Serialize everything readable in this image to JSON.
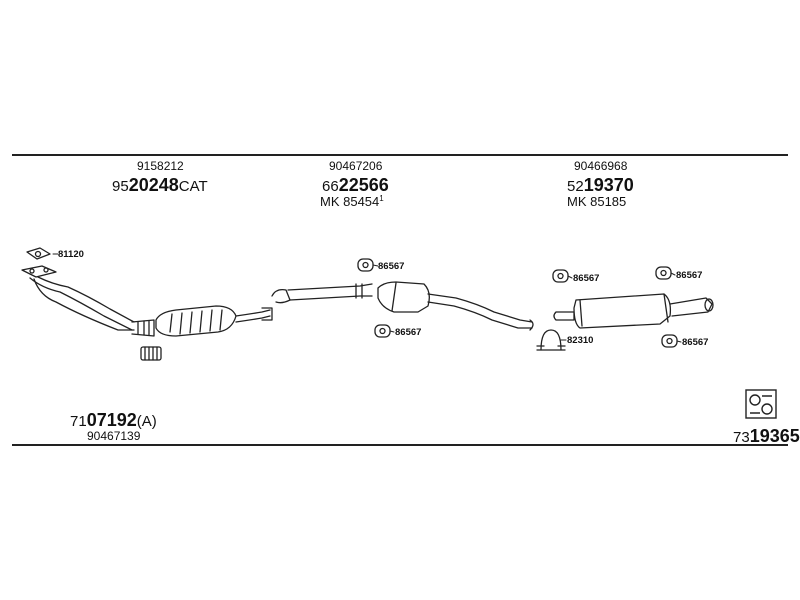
{
  "groups": {
    "front": {
      "ref": "9158212",
      "part_prefix": "95",
      "part_bold": "20248",
      "part_suffix": "CAT"
    },
    "middle": {
      "ref": "90467206",
      "part_prefix": "66",
      "part_bold": "22566",
      "mk": "MK 85454",
      "mk_sup": "1"
    },
    "rear": {
      "ref": "90466968",
      "part_prefix": "52",
      "part_bold": "19370",
      "mk": "MK 85185"
    }
  },
  "callouts": {
    "gasket": "81120",
    "mid_top": "86567",
    "mid_bottom": "86567",
    "rear_left_top": "86567",
    "rear_right_top": "86567",
    "rear_clamp": "82310",
    "rear_right_bottom": "86567"
  },
  "kit": {
    "prefix": "71",
    "bold": "07192",
    "suffix": "(A)",
    "sub": "90467139"
  },
  "catalog": {
    "prefix": "73",
    "bold": "19365"
  },
  "icons": [
    "gasket-icon",
    "rubber-hanger-icon",
    "clamp-icon",
    "spring-icon",
    "catalog-logo-icon"
  ]
}
